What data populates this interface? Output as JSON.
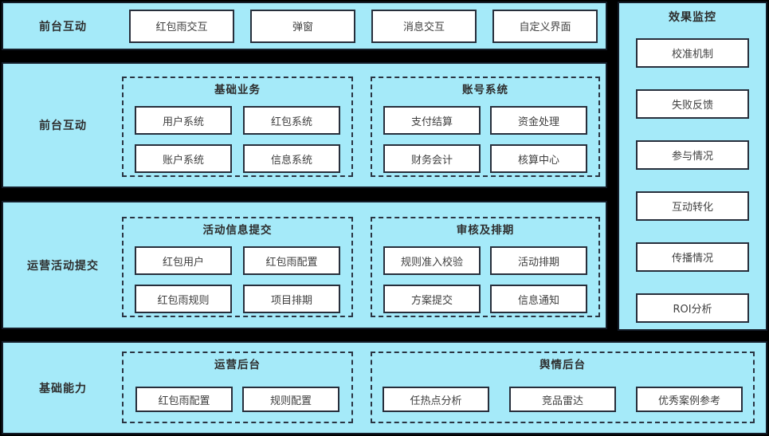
{
  "colors": {
    "background": "#000000",
    "panel_fill": "#a5eaf9",
    "panel_border": "#141c28",
    "box_fill": "#ffffff",
    "box_border": "#272e3b",
    "dashed_border": "#2a3442",
    "text": "#3f3f3f"
  },
  "rows": [
    {
      "label": "前台互动",
      "boxes": [
        "红包雨交互",
        "弹窗",
        "消息交互",
        "自定义界面"
      ]
    },
    {
      "label": "前台互动",
      "groups": [
        {
          "title": "基础业务",
          "boxes": [
            "用户系统",
            "红包系统",
            "账户系统",
            "信息系统"
          ]
        },
        {
          "title": "账号系统",
          "boxes": [
            "支付结算",
            "资金处理",
            "财务会计",
            "核算中心"
          ]
        }
      ]
    },
    {
      "label": "运营活动提交",
      "groups": [
        {
          "title": "活动信息提交",
          "boxes": [
            "红包用户",
            "红包雨配置",
            "红包雨规则",
            "项目排期"
          ]
        },
        {
          "title": "审核及排期",
          "boxes": [
            "规则准入校验",
            "活动排期",
            "方案提交",
            "信息通知"
          ]
        }
      ]
    },
    {
      "label": "基础能力",
      "groups": [
        {
          "title": "运营后台",
          "boxes": [
            "红包雨配置",
            "规则配置"
          ]
        },
        {
          "title": "舆情后台",
          "boxes": [
            "任热点分析",
            "竞品雷达",
            "优秀案例参考"
          ]
        }
      ]
    }
  ],
  "side_panel": {
    "title": "效果监控",
    "boxes": [
      "校准机制",
      "失败反馈",
      "参与情况",
      "互动转化",
      "传播情况",
      "ROI分析"
    ]
  }
}
